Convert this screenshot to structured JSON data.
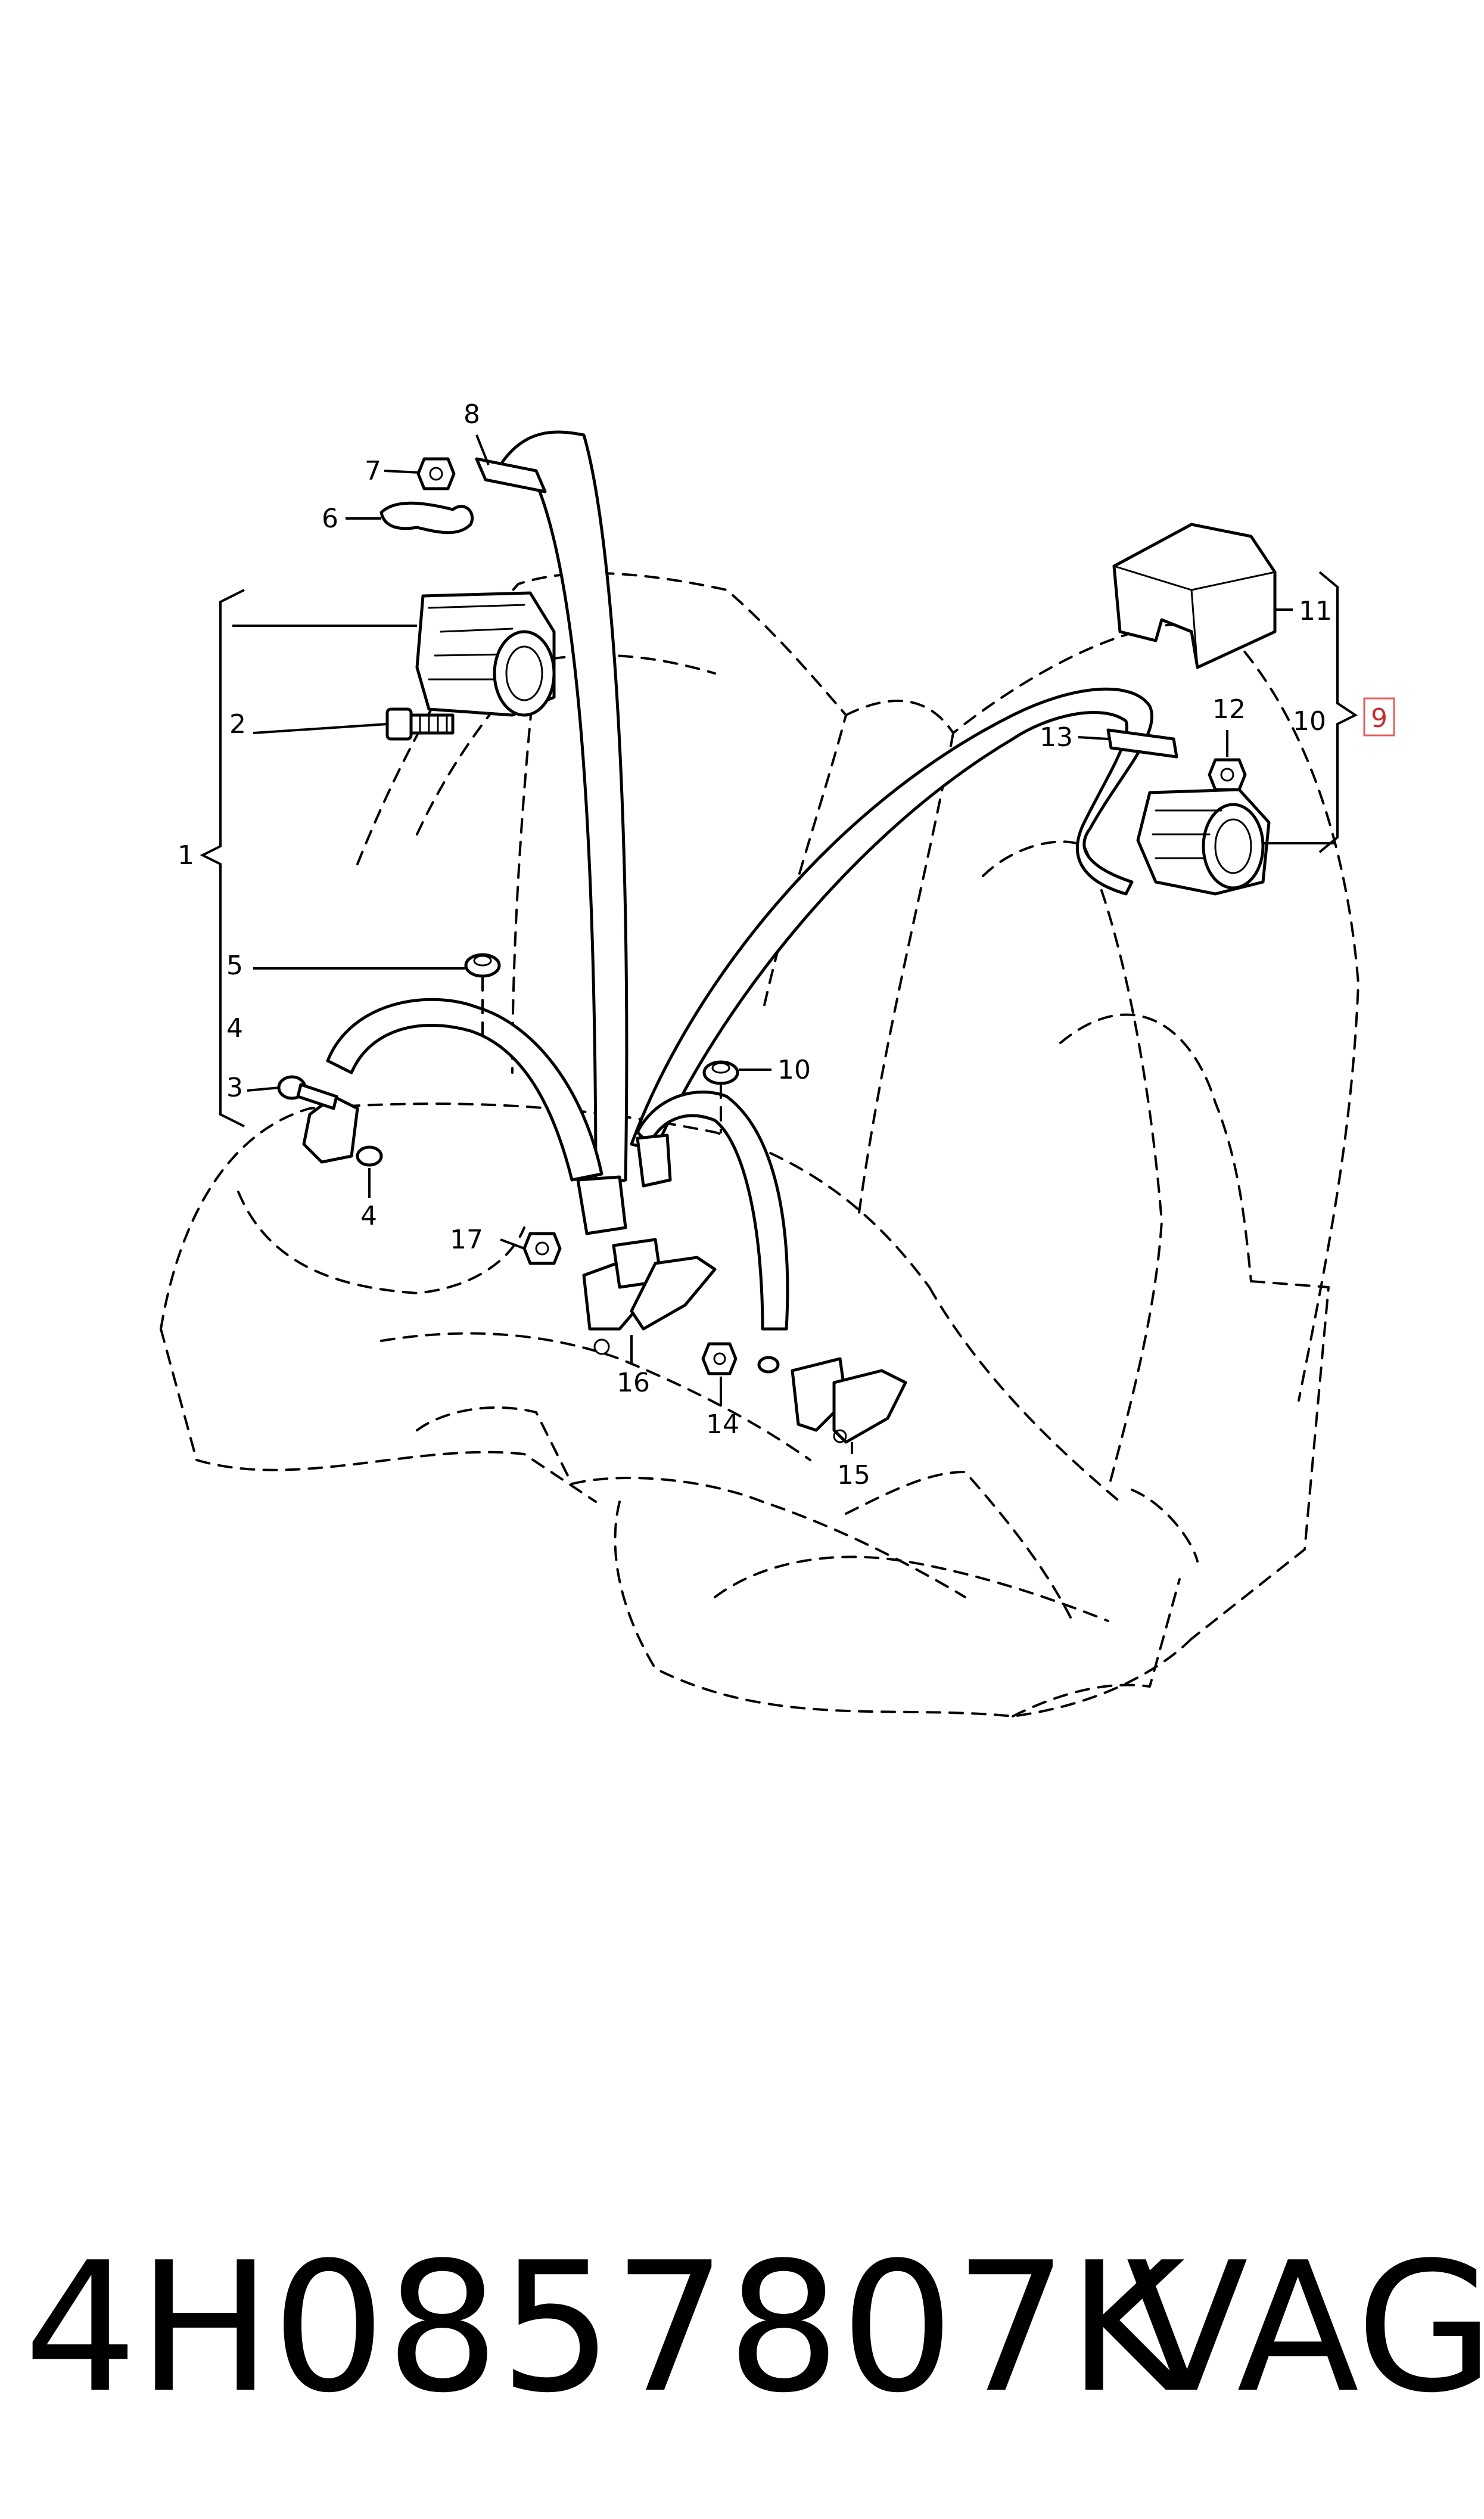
{
  "callouts": {
    "c1": "1",
    "c2": "2",
    "c3": "3",
    "c4a": "4",
    "c4b": "4",
    "c5": "5",
    "c6": "6",
    "c7": "7",
    "c8": "8",
    "c9": "9",
    "c10a": "10",
    "c10b": "10",
    "c11": "11",
    "c12": "12",
    "c13": "13",
    "c14": "14",
    "c15": "15",
    "c16": "16",
    "c17": "17"
  },
  "footer": {
    "part_number": "4H0857807K",
    "brand": "VAG"
  },
  "colors": {
    "ink": "#000000",
    "highlight_box": "#e06060",
    "highlight_text": "#c03030"
  }
}
